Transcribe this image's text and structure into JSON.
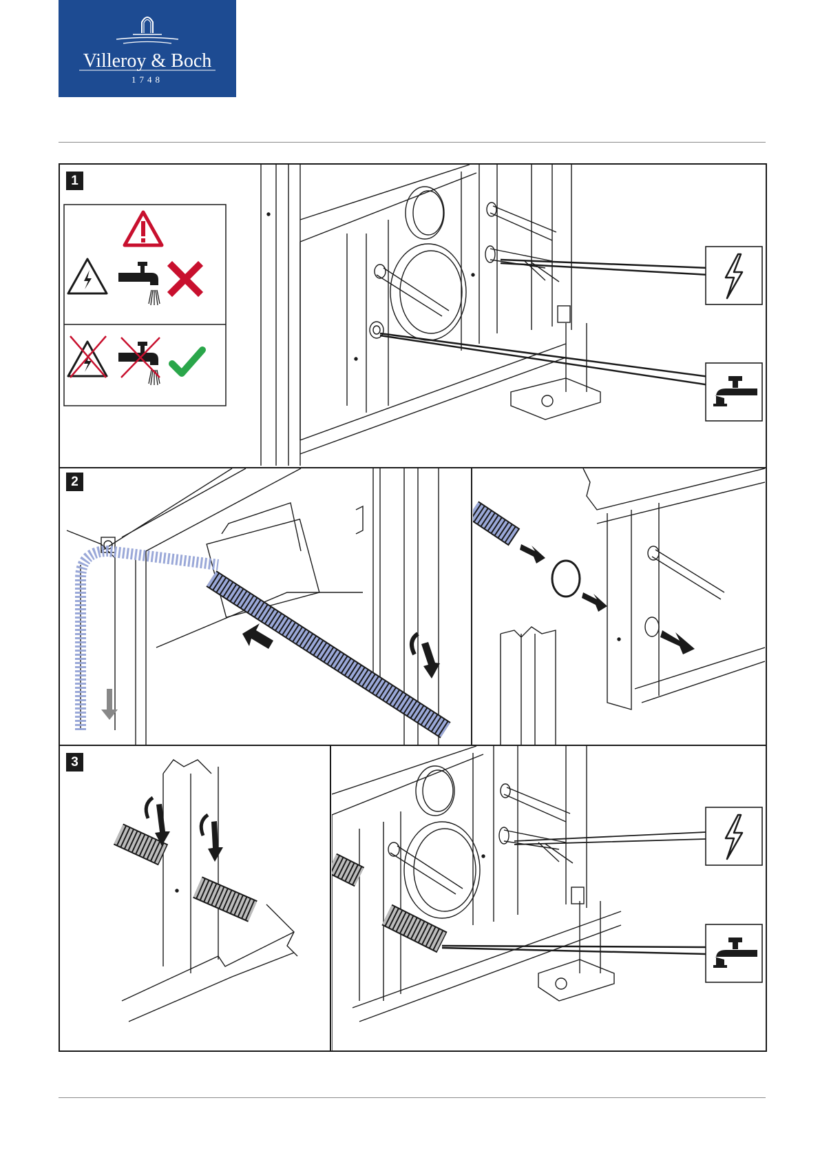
{
  "brand": {
    "name": "Villeroy & Boch",
    "year": "1748",
    "color": "#1d4b92"
  },
  "steps": [
    {
      "number": "1"
    },
    {
      "number": "2"
    },
    {
      "number": "3"
    }
  ],
  "icons": {
    "warning": "warning-triangle-icon",
    "voltage": "high-voltage-icon",
    "water": "water-tap-icon",
    "forbidden": "red-cross-icon",
    "allowed": "green-check-icon"
  },
  "colors": {
    "warning_red": "#c8102e",
    "check_green": "#2aa64a",
    "hose_blue": "#9aa8d8",
    "line": "#1a1a1a"
  }
}
